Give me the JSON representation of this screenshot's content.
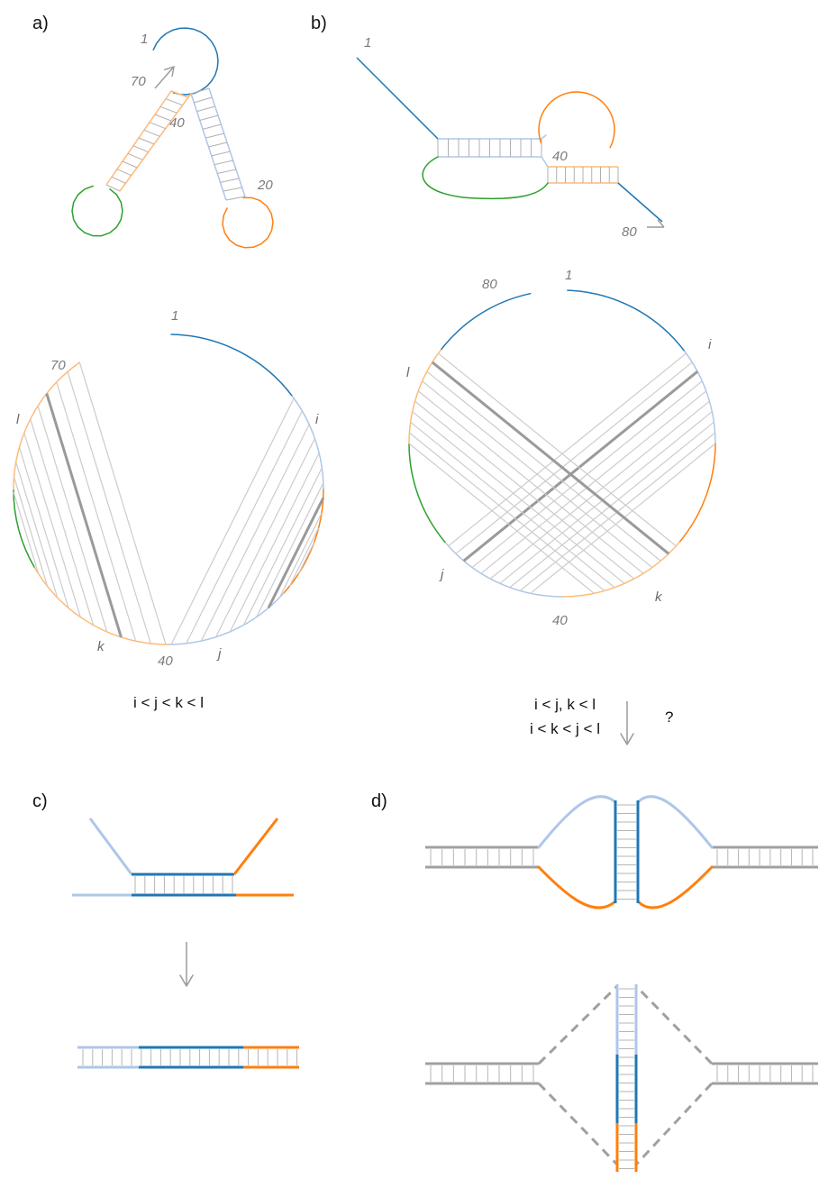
{
  "colors": {
    "dark_blue": "#1f77b4",
    "light_blue": "#aec7e8",
    "orange": "#ff7f0e",
    "light_orange": "#ffbb78",
    "green": "#2ca02c",
    "grey": "#999999",
    "light_grey": "#cccccc"
  },
  "panels": {
    "a": {
      "label": "a)",
      "structure_labels": [
        "1",
        "70",
        "40",
        "20"
      ],
      "arc_labels": {
        "top": "1",
        "left": "70",
        "bottom": "40",
        "i": "i",
        "j": "j",
        "k": "k",
        "l": "l"
      },
      "condition": "i < j < k < l"
    },
    "b": {
      "label": "b)",
      "structure_labels": [
        "1",
        "40",
        "80"
      ],
      "arc_labels": {
        "left": "80",
        "top": "1",
        "bottom": "40",
        "i": "i",
        "j": "j",
        "k": "k",
        "l": "l"
      },
      "condition_1": "i < j, k < l",
      "condition_2": "i < k < j < l"
    },
    "c": {
      "label": "c)"
    },
    "d": {
      "label": "d)",
      "question": "?"
    }
  }
}
